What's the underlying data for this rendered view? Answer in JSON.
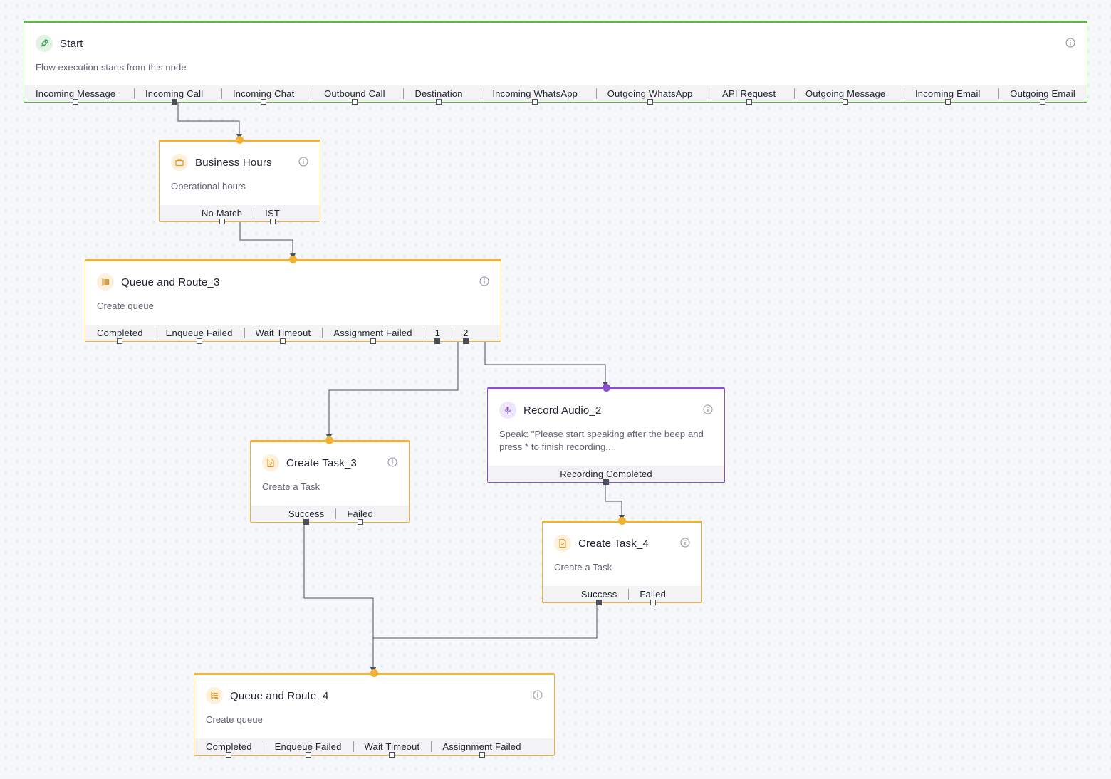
{
  "canvas": {
    "accent_orange": "#f0b233",
    "accent_green": "#62b24c",
    "accent_purple": "#8a4fd0",
    "wire_color": "#4a4f5a"
  },
  "nodes": {
    "start": {
      "title": "Start",
      "description": "Flow execution starts from this node",
      "icon": "rocket-icon",
      "ports": [
        "Incoming Message",
        "Incoming Call",
        "Incoming Chat",
        "Outbound Call",
        "Destination",
        "Incoming WhatsApp",
        "Outgoing WhatsApp",
        "API Request",
        "Outgoing Message",
        "Incoming Email",
        "Outgoing Email"
      ]
    },
    "business_hours": {
      "title": "Business Hours",
      "description": "Operational hours",
      "icon": "briefcase-icon",
      "ports": [
        "No Match",
        "IST"
      ]
    },
    "queue_route_3": {
      "title": "Queue and Route_3",
      "description": "Create queue",
      "icon": "queue-icon",
      "ports": [
        "Completed",
        "Enqueue Failed",
        "Wait Timeout",
        "Assignment Failed",
        "1",
        "2"
      ]
    },
    "record_audio_2": {
      "title": "Record Audio_2",
      "description": "Speak: \"Please start speaking after the beep and press * to finish recording....",
      "icon": "microphone-icon",
      "ports": [
        "Recording Completed"
      ]
    },
    "create_task_3": {
      "title": "Create Task_3",
      "description": "Create a Task",
      "icon": "task-icon",
      "ports": [
        "Success",
        "Failed"
      ]
    },
    "create_task_4": {
      "title": "Create Task_4",
      "description": "Create a Task",
      "icon": "task-icon",
      "ports": [
        "Success",
        "Failed"
      ]
    },
    "queue_route_4": {
      "title": "Queue and Route_4",
      "description": "Create queue",
      "icon": "queue-icon",
      "ports": [
        "Completed",
        "Enqueue Failed",
        "Wait Timeout",
        "Assignment Failed"
      ]
    }
  }
}
